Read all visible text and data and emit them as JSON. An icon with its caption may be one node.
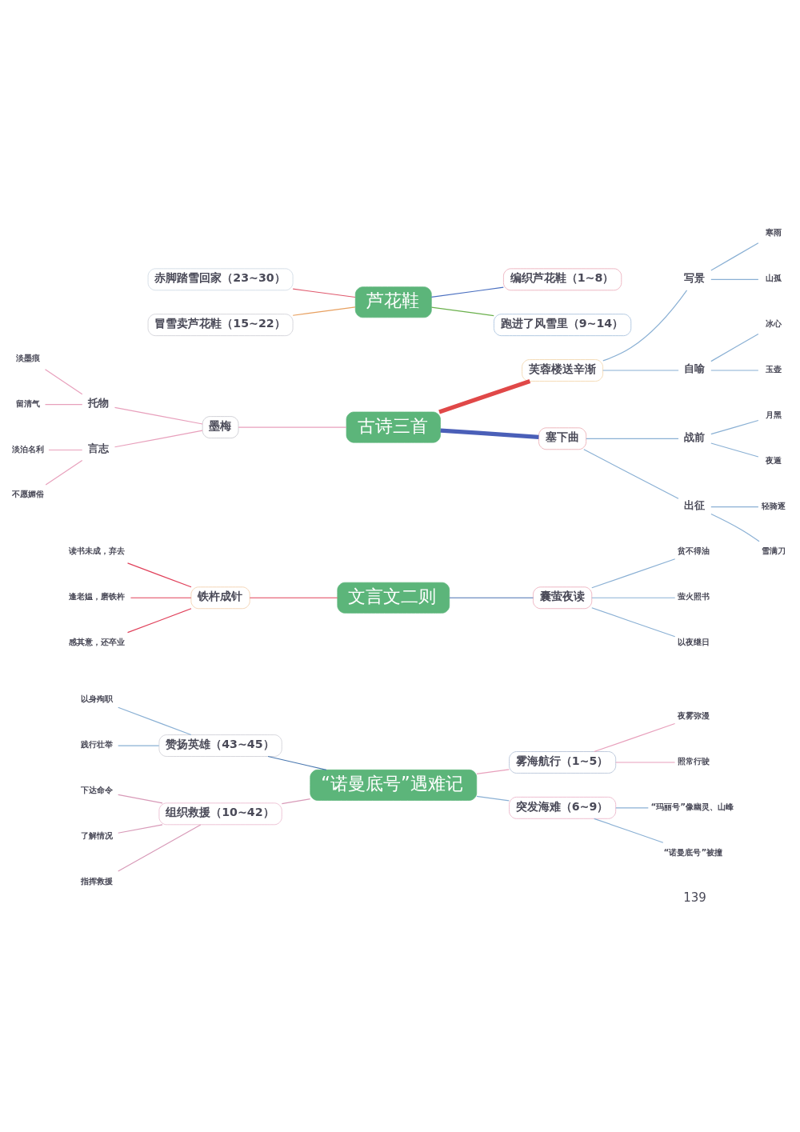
{
  "diagram": {
    "nodes": [
      {
        "text": [
          "芦花鞋"
        ]
      },
      {
        "text": [
          "赤脚踏雪回家（23~30）"
        ]
      },
      {
        "text": [
          "编织芦花鞋（1~8）"
        ]
      },
      {
        "text": [
          "冒雪卖芦花鞋（15~22）"
        ]
      },
      {
        "text": [
          "跑进了风雪里（9~14）"
        ]
      },
      {
        "text": [
          "古诗三首"
        ]
      },
      {
        "text": [
          "墨梅"
        ]
      },
      {
        "text": [
          "托物"
        ]
      },
      {
        "text": [
          "淡墨痕"
        ]
      },
      {
        "text": [
          "留清气"
        ]
      },
      {
        "text": [
          "言志"
        ]
      },
      {
        "text": [
          "淡泊名利"
        ]
      },
      {
        "text": [
          "不愿媚俗"
        ]
      },
      {
        "text": [
          "芙蓉楼送辛渐"
        ]
      },
      {
        "text": [
          "写景"
        ]
      },
      {
        "text": [
          "寒雨"
        ]
      },
      {
        "text": [
          "山孤"
        ]
      },
      {
        "text": [
          "自喻"
        ]
      },
      {
        "text": [
          "冰心"
        ]
      },
      {
        "text": [
          "玉壶"
        ]
      },
      {
        "text": [
          "塞下曲"
        ]
      },
      {
        "text": [
          "战前"
        ]
      },
      {
        "text": [
          "月黑"
        ]
      },
      {
        "text": [
          "夜遁"
        ]
      },
      {
        "text": [
          "出征"
        ]
      },
      {
        "text": [
          "轻骑逐"
        ]
      },
      {
        "text": [
          "雪满刀"
        ]
      },
      {
        "text": [
          "文言文二则"
        ]
      },
      {
        "text": [
          "铁杵成针"
        ]
      },
      {
        "text": [
          "读书未成，弃去"
        ]
      },
      {
        "text": [
          "逢老媪，磨铁杵"
        ]
      },
      {
        "text": [
          "感其意，还卒业"
        ]
      },
      {
        "text": [
          "囊萤夜读"
        ]
      },
      {
        "text": [
          "贫不得油"
        ]
      },
      {
        "text": [
          "萤火照书"
        ]
      },
      {
        "text": [
          "以夜继日"
        ]
      },
      {
        "text": [
          "“诺曼底号”遇难记"
        ]
      },
      {
        "text": [
          "赞扬英雄（43~45）"
        ]
      },
      {
        "text": [
          "以身殉职"
        ]
      },
      {
        "text": [
          "践行壮举"
        ]
      },
      {
        "text": [
          "组织救援（10~42）"
        ]
      },
      {
        "text": [
          "下达命令"
        ]
      },
      {
        "text": [
          "了解情况"
        ]
      },
      {
        "text": [
          "指挥救援"
        ]
      },
      {
        "text": [
          "雾海航行（1~5）"
        ]
      },
      {
        "text": [
          "夜雾弥漫"
        ]
      },
      {
        "text": [
          "照常行驶"
        ]
      },
      {
        "text": [
          "突发海难（6~9）"
        ]
      },
      {
        "text": [
          "“玛丽号”像幽灵、山峰"
        ]
      },
      {
        "text": [
          "“诺曼底号”被撞"
        ]
      }
    ],
    "edges": [
      {
        "from": 1,
        "to": 0,
        "arrow": "none",
        "color": "#e05a6e"
      },
      {
        "from": 0,
        "to": 2,
        "arrow": "none",
        "color": "#4a6fc0"
      },
      {
        "from": 3,
        "to": 0,
        "arrow": "none",
        "color": "#e8a060"
      },
      {
        "from": 0,
        "to": 4,
        "arrow": "none",
        "color": "#6ab04c"
      },
      {
        "from": 6,
        "to": 5,
        "arrow": "none",
        "color": "#e8a0bc"
      },
      {
        "from": 7,
        "to": 6,
        "arrow": "none",
        "color": "#e8a0bc"
      },
      {
        "from": 10,
        "to": 6,
        "arrow": "none",
        "color": "#e8a0bc"
      },
      {
        "from": 8,
        "to": 7,
        "arrow": "none",
        "color": "#e8a0bc"
      },
      {
        "from": 9,
        "to": 7,
        "arrow": "none",
        "color": "#e8a0bc"
      },
      {
        "from": 11,
        "to": 10,
        "arrow": "none",
        "color": "#e8a0bc"
      },
      {
        "from": 12,
        "to": 10,
        "arrow": "none",
        "color": "#e8a0bc"
      },
      {
        "from": 5,
        "to": 13,
        "arrow": "none",
        "style": "thick",
        "color": "#e04848"
      },
      {
        "from": 13,
        "to": 14,
        "arrow": "none"
      },
      {
        "from": 13,
        "to": 17,
        "arrow": "none"
      },
      {
        "from": 14,
        "to": 15,
        "arrow": "none"
      },
      {
        "from": 14,
        "to": 16,
        "arrow": "none"
      },
      {
        "from": 17,
        "to": 18,
        "arrow": "none"
      },
      {
        "from": 17,
        "to": 19,
        "arrow": "none"
      },
      {
        "from": 5,
        "to": 20,
        "arrow": "none",
        "style": "thick",
        "color": "#4a5fb8"
      },
      {
        "from": 20,
        "to": 21,
        "arrow": "none"
      },
      {
        "from": 20,
        "to": 24,
        "arrow": "none"
      },
      {
        "from": 21,
        "to": 22,
        "arrow": "none"
      },
      {
        "from": 21,
        "to": 23,
        "arrow": "none"
      },
      {
        "from": 24,
        "to": 25,
        "arrow": "none"
      },
      {
        "from": 24,
        "to": 26,
        "arrow": "none"
      },
      {
        "from": 28,
        "to": 27,
        "arrow": "none",
        "color": "#e0405a"
      },
      {
        "from": 29,
        "to": 28,
        "arrow": "none",
        "color": "#e0405a"
      },
      {
        "from": 30,
        "to": 28,
        "arrow": "none",
        "color": "#e0405a"
      },
      {
        "from": 31,
        "to": 28,
        "arrow": "none",
        "color": "#e0405a"
      },
      {
        "from": 27,
        "to": 32,
        "arrow": "none",
        "color": "#4a70b0"
      },
      {
        "from": 32,
        "to": 33,
        "arrow": "none"
      },
      {
        "from": 32,
        "to": 34,
        "arrow": "none"
      },
      {
        "from": 32,
        "to": 35,
        "arrow": "none"
      },
      {
        "from": 37,
        "to": 36,
        "arrow": "none",
        "color": "#4a78b0"
      },
      {
        "from": 38,
        "to": 37,
        "arrow": "none"
      },
      {
        "from": 39,
        "to": 37,
        "arrow": "none"
      },
      {
        "from": 40,
        "to": 36,
        "arrow": "none",
        "color": "#d89ab8"
      },
      {
        "from": 41,
        "to": 40,
        "arrow": "none",
        "color": "#d89ab8"
      },
      {
        "from": 42,
        "to": 40,
        "arrow": "none",
        "color": "#d89ab8"
      },
      {
        "from": 43,
        "to": 40,
        "arrow": "none",
        "color": "#d89ab8"
      },
      {
        "from": 36,
        "to": 44,
        "arrow": "none",
        "color": "#e8a0bc"
      },
      {
        "from": 44,
        "to": 45,
        "arrow": "none",
        "color": "#e8a0bc"
      },
      {
        "from": 44,
        "to": 46,
        "arrow": "none",
        "color": "#e8a0bc"
      },
      {
        "from": 36,
        "to": 47,
        "arrow": "none"
      },
      {
        "from": 47,
        "to": 48,
        "arrow": "none"
      },
      {
        "from": 47,
        "to": 49,
        "arrow": "none"
      }
    ],
    "labels": [
      "139"
    ]
  }
}
